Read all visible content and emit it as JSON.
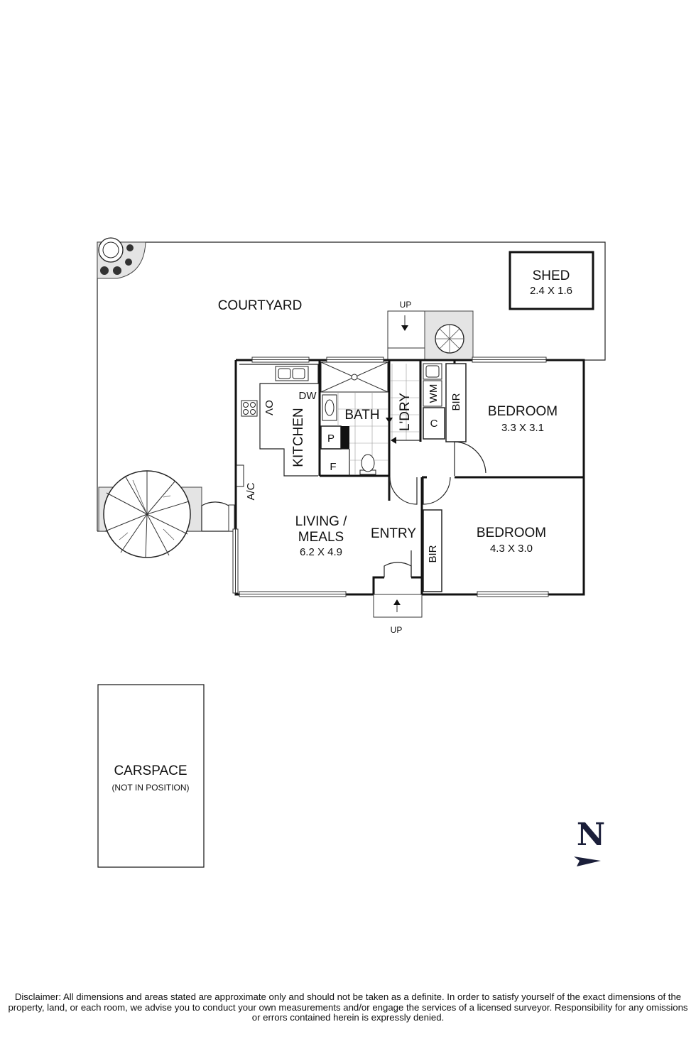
{
  "rooms": {
    "courtyard": {
      "name": "COURTYARD"
    },
    "shed": {
      "name": "SHED",
      "dims": "2.4 X 1.6"
    },
    "kitchen": {
      "name": "KITCHEN"
    },
    "bath": {
      "name": "BATH"
    },
    "laundry": {
      "name": "L'DRY"
    },
    "bedroom1": {
      "name": "BEDROOM",
      "dims": "3.3 X 3.1"
    },
    "bedroom2": {
      "name": "BEDROOM",
      "dims": "4.3 X 3.0"
    },
    "living": {
      "name": "LIVING /",
      "name2": "MEALS",
      "dims": "6.2 X 4.9"
    },
    "entry": {
      "name": "ENTRY"
    },
    "carspace": {
      "name": "CARSPACE",
      "note": "(NOT IN POSITION)"
    }
  },
  "fixtures": {
    "dishwasher": "DW",
    "oven": "OV",
    "aircon": "A/C",
    "pantry": "P",
    "fridge": "F",
    "washing_machine": "WM",
    "cupboard": "C",
    "bir1": "BIR",
    "bir2": "BIR"
  },
  "steps": {
    "rear": "UP",
    "front": "UP"
  },
  "compass": {
    "north": "N"
  },
  "disclaimer": "Disclaimer: All dimensions and areas stated are approximate only and should not be taken as a definite. In order to satisfy yourself of the exact dimensions of the property, land, or each room, we advise you to conduct your own measurements and/or engage the services of a licensed surveyor. Responsibility for any omissions or errors contained herein is expressly denied."
}
